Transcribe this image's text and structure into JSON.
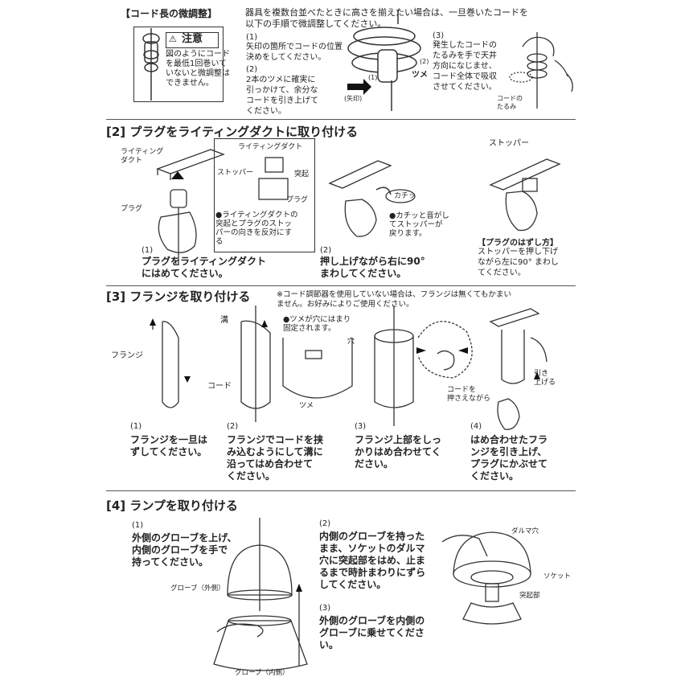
{
  "sec1": {
    "title": "【コード長の微調整】",
    "intro": "器具を複数台並べたときに高さを揃えたい場合は、一旦巻いたコードを\n以下の手順で微調整してください。",
    "caution_title": "注意",
    "caution_text": "図のようにコード\nを最低1回巻いて\nいないと微調整は\nできません。",
    "s1_num": "(1)",
    "s1_text": "矢印の箇所でコードの位置\n決めをしてください。",
    "s2_num": "(2)",
    "s2_text": "2本のツメに確実に\n引っかけて、余分な\nコードを引き上げて\nください。",
    "s3_num": "(3)",
    "s3_text": "発生したコードの\nたるみを手で天井\n方向になじませ、\nコード全体で吸収\nさせてください。",
    "lbl_arrow": "(矢印)",
    "lbl_1": "(1)",
    "lbl_2": "(2)",
    "lbl_tsume": "ツメ",
    "lbl_slack": "コードの\nたるみ"
  },
  "sec2": {
    "title": "[2] プラグをライティングダクトに取り付ける",
    "lbl_duct": "ライティング\nダクト",
    "lbl_plug": "プラグ",
    "box_duct": "ライティングダクト",
    "box_stopper": "ストッパー",
    "box_protrusion": "突起",
    "box_plug": "プラグ",
    "box_note": "●ライティングダクトの\n突起とプラグのストッ\nパーの向きを反対にす\nる",
    "s1_num": "(1)",
    "s1_text": "プラグをライティングダクト\nにはめてください。",
    "lbl_click": "カチッ",
    "click_note": "●カチッと音がし\nてストッパーが\n戻ります。",
    "s2_num": "(2)",
    "s2_text": "押し上げながら右に90°\nまわしてください。",
    "lbl_stopper": "ストッパー",
    "remove_title": "【プラグのはずし方】",
    "remove_text": "ストッパーを押し下げ\nながら左に90° まわし\nてください。"
  },
  "sec3": {
    "title": "[3] フランジを取り付ける",
    "note": "※コード調節器を使用していない場合は、フランジは無くてもかまい\nません。お好みによりご使用ください。",
    "lbl_flange": "フランジ",
    "lbl_groove": "溝",
    "lbl_cord": "コード",
    "hole_note": "●ツメが穴にはまり\n固定されます。",
    "lbl_hole": "穴",
    "lbl_tsume": "ツメ",
    "lbl_pull": "引き\n上げる",
    "lbl_hold": "コードを\n押さえながら",
    "s1_num": "(1)",
    "s1_text": "フランジを一旦は\nずしてください。",
    "s2_num": "(2)",
    "s2_text": "フランジでコードを挟\nみ込むようにして溝に\n沿ってはめ合わせて\nください。",
    "s3_num": "(3)",
    "s3_text": "フランジ上部をしっ\nかりはめ合わせてく\nださい。",
    "s4_num": "(4)",
    "s4_text": "はめ合わせたフラ\nンジを引き上げ、\nプラグにかぶせて\nください。"
  },
  "sec4": {
    "title": "[4] ランプを取り付ける",
    "s1_num": "(1)",
    "s1_text": "外側のグローブを上げ、\n内側のグローブを手で\n持ってください。",
    "lbl_outer": "グローブ（外側）",
    "lbl_inner": "グローブ（内側）",
    "s2_num": "(2)",
    "s2_text": "内側のグローブを持った\nまま、ソケットのダルマ\n穴に突起部をはめ、止ま\nるまで時計まわりにずら\nしてください。",
    "s3_num": "(3)",
    "s3_text": "外側のグローブを内側の\nグローブに乗せてくださ\nい。",
    "lbl_daruma": "ダルマ穴",
    "lbl_socket": "ソケット",
    "lbl_protrusion": "突起部"
  }
}
